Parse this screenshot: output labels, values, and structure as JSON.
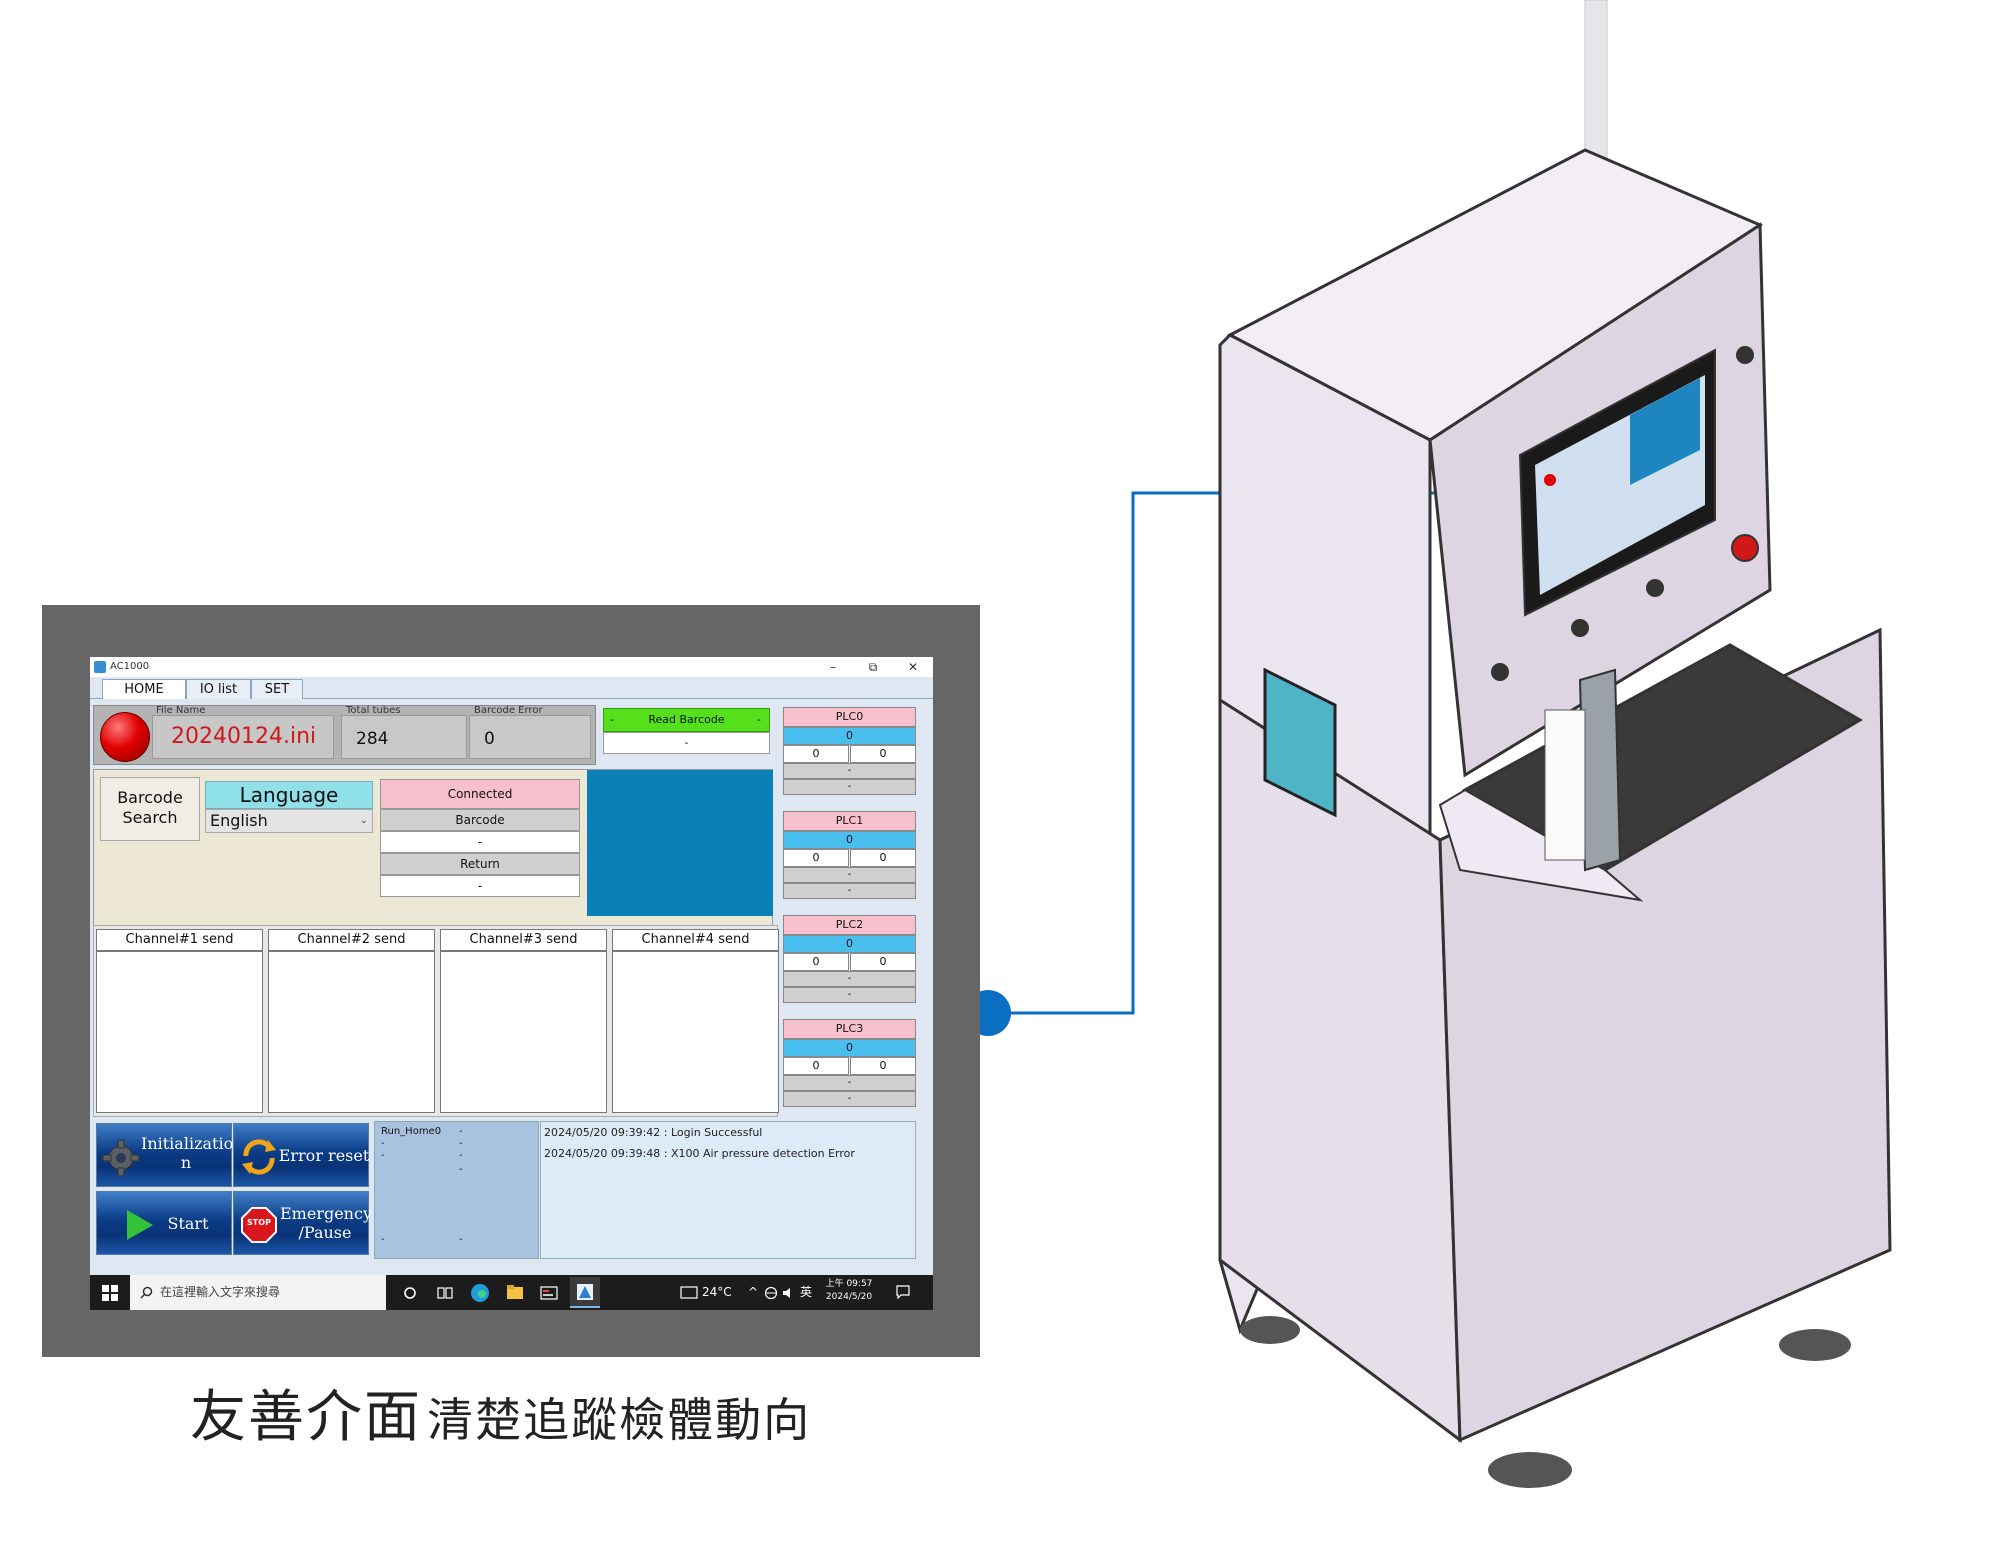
{
  "window": {
    "title": "AC1000",
    "minimize": "–",
    "maximize": "⧉",
    "close": "✕"
  },
  "tabs": [
    {
      "label": "HOME"
    },
    {
      "label": "IO list"
    },
    {
      "label": "SET"
    }
  ],
  "info": {
    "file_name_label": "File Name",
    "file_name": "20240124.ini",
    "total_tubes_label": "Total tubes",
    "total_tubes": "284",
    "barcode_error_label": "Barcode Error",
    "barcode_error": "0"
  },
  "read_barcode": {
    "label": "Read Barcode",
    "left_mark": "-",
    "right_mark": "-",
    "value": "-"
  },
  "controls": {
    "barcode_search_line1": "Barcode",
    "barcode_search_line2": "Search",
    "language_title": "Language",
    "language_value": "English",
    "connected": "Connected",
    "barcode": "Barcode",
    "barcode_value": "-",
    "return": "Return",
    "return_value": "-"
  },
  "channels": [
    {
      "label": "Channel#1 send"
    },
    {
      "label": "Channel#2 send"
    },
    {
      "label": "Channel#3 send"
    },
    {
      "label": "Channel#4 send"
    }
  ],
  "plcs": [
    {
      "name": "PLC0",
      "value": "0",
      "a": "0",
      "b": "0",
      "d1": "-",
      "d2": "-"
    },
    {
      "name": "PLC1",
      "value": "0",
      "a": "0",
      "b": "0",
      "d1": "-",
      "d2": "-"
    },
    {
      "name": "PLC2",
      "value": "0",
      "a": "0",
      "b": "0",
      "d1": "-",
      "d2": "-"
    },
    {
      "name": "PLC3",
      "value": "0",
      "a": "0",
      "b": "0",
      "d1": "-",
      "d2": "-"
    }
  ],
  "actions": {
    "init_line1": "Initializatio",
    "init_line2": "n",
    "error_reset": "Error reset",
    "start": "Start",
    "emergency_line1": "Emergency",
    "emergency_line2": "/Pause",
    "stop_text": "STOP"
  },
  "run": {
    "title": "Run_Home0",
    "dash": "-"
  },
  "log": [
    "2024/05/20 09:39:42 : Login Successful",
    "2024/05/20 09:39:48 : X100 Air pressure detection Error"
  ],
  "taskbar": {
    "search_placeholder": "在這裡輸入文字來搜尋",
    "weather": "24°C",
    "ime": "英",
    "time_line1": "上午 09:57",
    "time_line2": "2024/5/20"
  },
  "caption": {
    "bold_part": "友善介面",
    "rest": "清楚追蹤檢體動向"
  },
  "colors": {
    "accent_blue": "#0a6fc2",
    "frame_gray": "#666666",
    "read_green": "#55e01c",
    "plc_pink": "#f8bfcc",
    "plc_blue": "#49bff0"
  }
}
